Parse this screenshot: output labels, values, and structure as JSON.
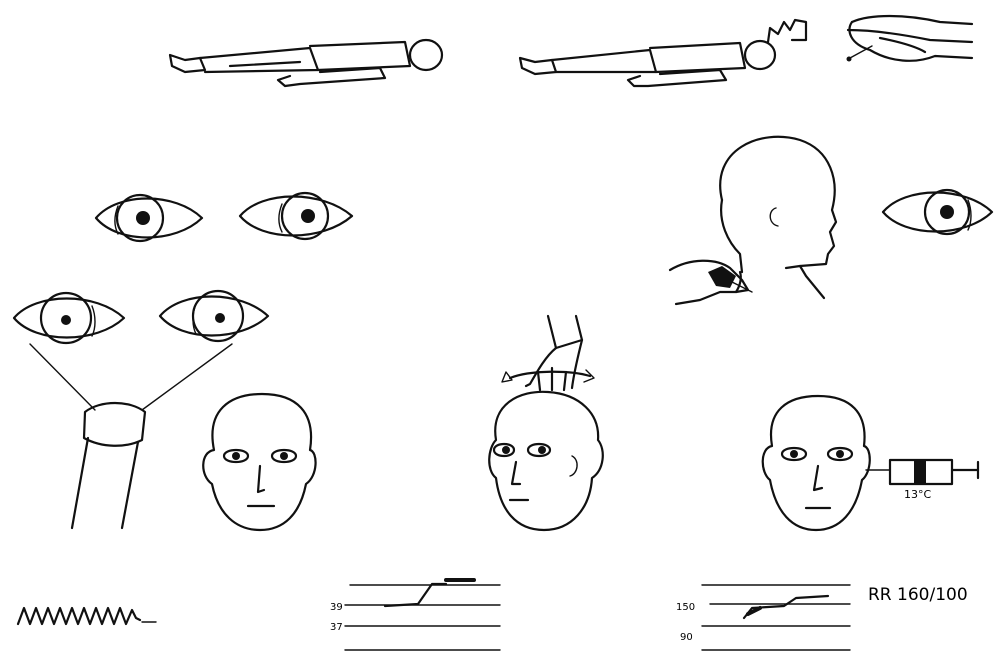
{
  "labels": {
    "temperature": "13°C",
    "blood_pressure": "RR  160/100",
    "graph1_tick_high": "39",
    "graph1_tick_low": "37",
    "graph2_tick_high": "150",
    "graph2_tick_low": "90"
  }
}
